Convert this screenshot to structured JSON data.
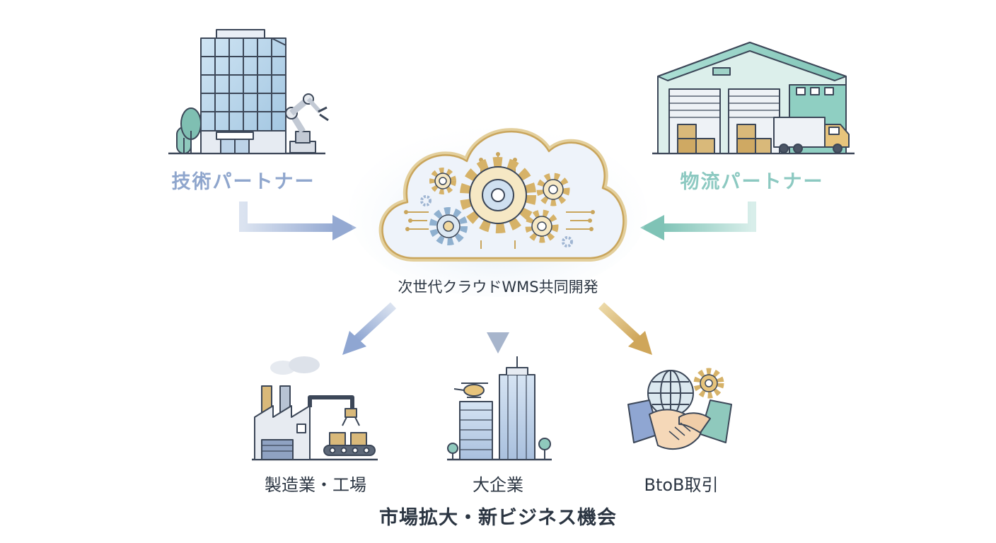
{
  "diagram": {
    "partners": {
      "tech": {
        "label": "技術パートナー",
        "icon": "office-building-robot-arm-icon"
      },
      "logistics": {
        "label": "物流パートナー",
        "icon": "warehouse-truck-icon"
      }
    },
    "center": {
      "label": "次世代クラウドWMS共同開発",
      "icon": "cloud-gears-icon"
    },
    "segments": [
      {
        "label": "製造業・工場",
        "icon": "factory-icon"
      },
      {
        "label": "大企業",
        "icon": "skyscraper-helicopter-icon"
      },
      {
        "label": "BtoB取引",
        "icon": "handshake-globe-icon"
      }
    ],
    "footer": "市場拡大・新ビジネス機会"
  },
  "colors": {
    "tech_blue": "#8fa6cd",
    "logistics_teal": "#8cc9c1",
    "gold": "#d4b56e",
    "text_dark": "#2b3542"
  }
}
